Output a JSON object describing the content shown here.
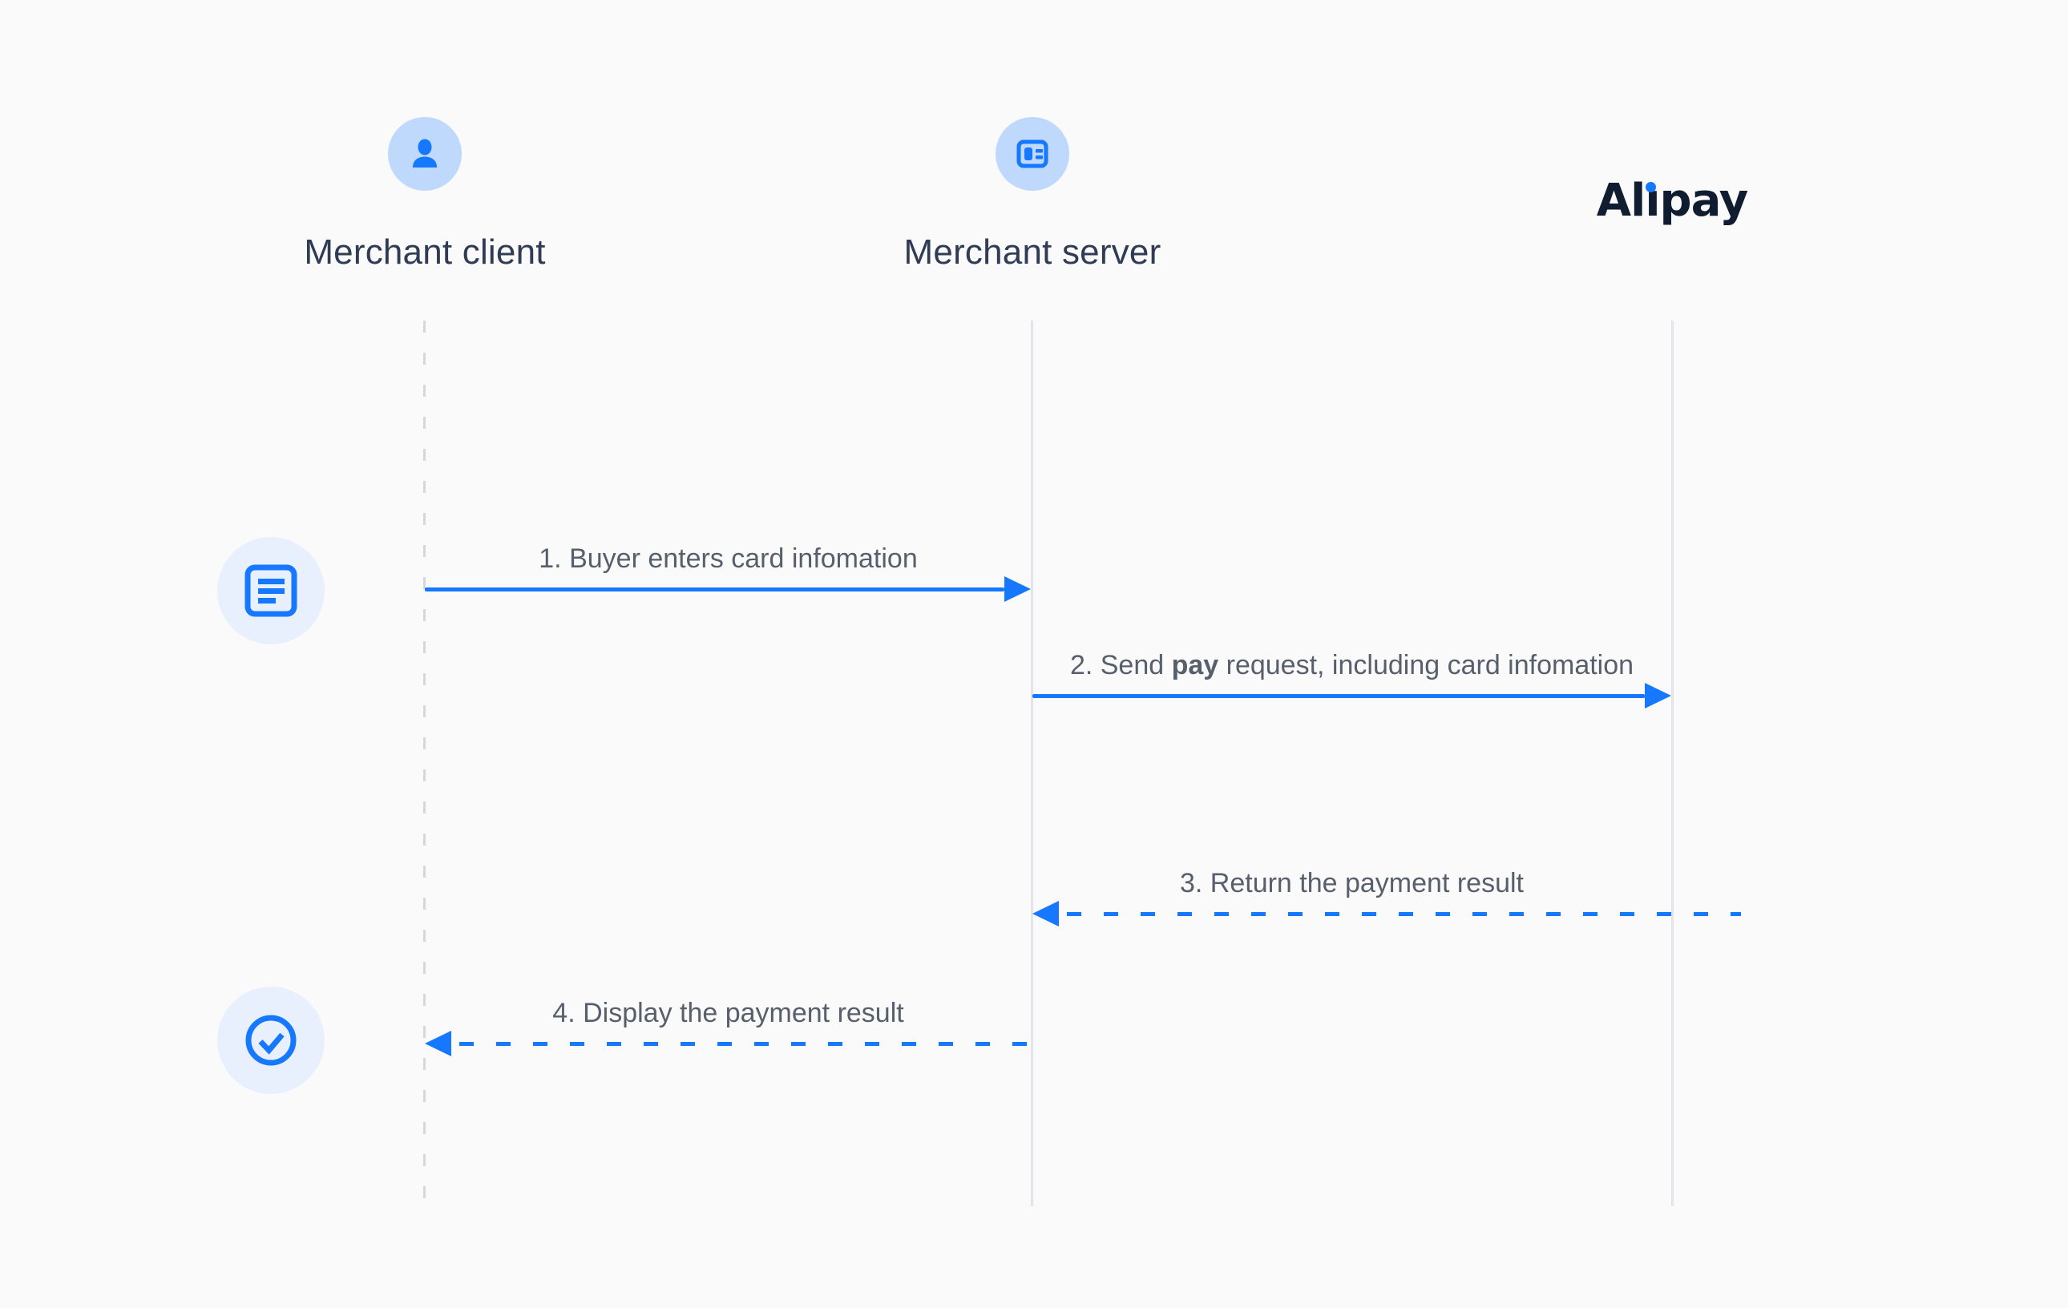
{
  "diagram": {
    "type": "sequence-diagram",
    "background": "#fafafa",
    "accent_blue": "#1677ff",
    "actor_circle_bg": "#bed9fb",
    "side_circle_bg": "#e9f0fd",
    "actors": [
      {
        "label": "Merchant client",
        "icon": "user-icon",
        "lifeline_style": "dashed"
      },
      {
        "label": "Merchant server",
        "icon": "id-card-icon",
        "lifeline_style": "solid"
      },
      {
        "label": "Alipay",
        "icon": "alipay-logo",
        "lifeline_style": "solid"
      }
    ],
    "logo": {
      "text": "Alipay",
      "prefix": "Al",
      "i_stem": "ı",
      "suffix": "pay",
      "dot_color": "#1677ff",
      "text_color": "#101d30"
    },
    "messages": [
      {
        "label": "1. Buyer enters card infomation",
        "from": "Merchant client",
        "to": "Merchant server",
        "line": "solid"
      },
      {
        "label_prefix": "2. Send ",
        "label_bold": "pay",
        "label_suffix": " request, including card infomation",
        "from": "Merchant server",
        "to": "Alipay",
        "line": "solid"
      },
      {
        "label": "3. Return the payment result",
        "from": "Alipay",
        "to": "Merchant server",
        "line": "dashed"
      },
      {
        "label": "4. Display the payment result",
        "from": "Merchant server",
        "to": "Merchant client",
        "line": "dashed"
      }
    ],
    "side_icons": [
      {
        "name": "form-lines-icon"
      },
      {
        "name": "check-circle-icon"
      }
    ]
  }
}
